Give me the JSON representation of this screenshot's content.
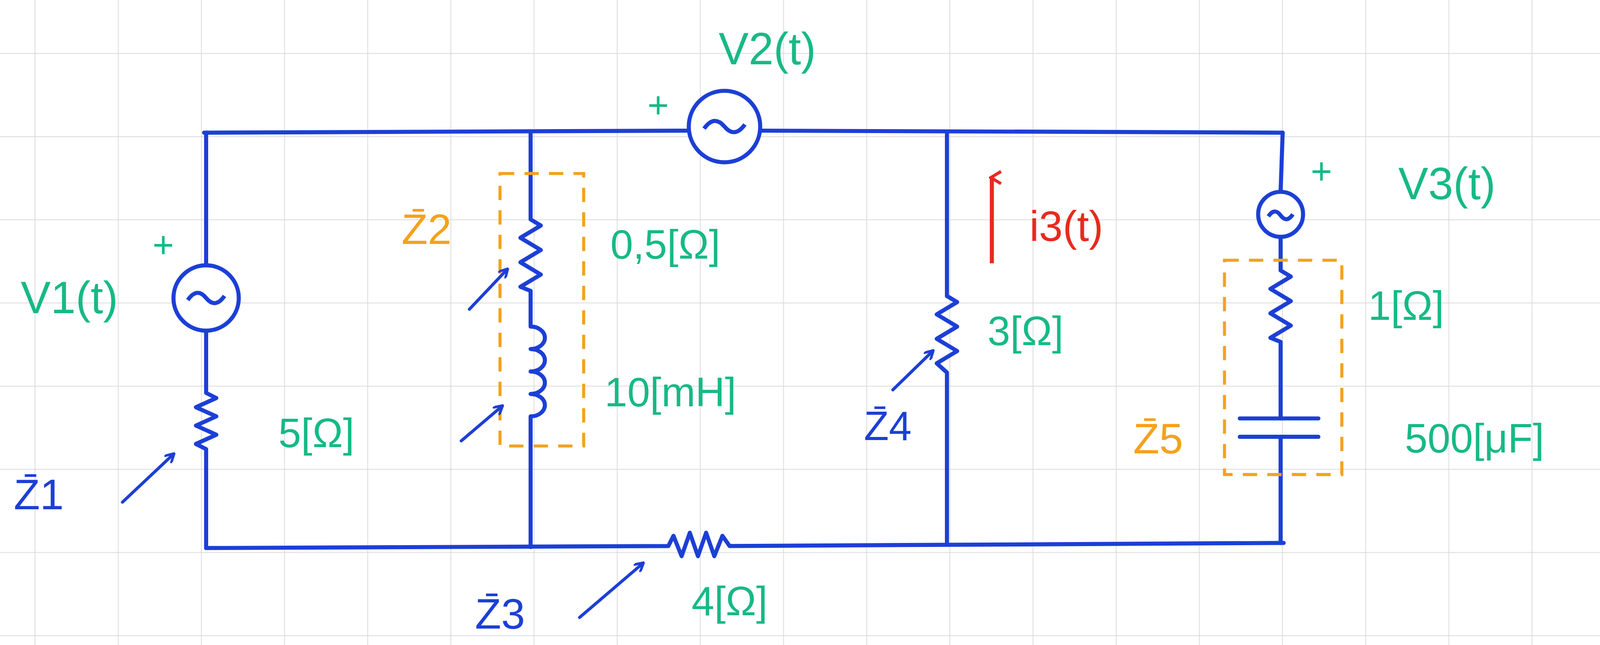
{
  "diagram": {
    "labels": [
      "V2(t)",
      "+",
      "V1(t)",
      "+",
      "Z̄2",
      "0,5[Ω]",
      "10[mH]",
      "5[Ω]",
      "Z̄1",
      "i3(t)",
      "3[Ω]",
      "Z̄4",
      "+",
      "V3(t)",
      "1[Ω]",
      "Z̄5",
      "500[μF]",
      "4[Ω]",
      "Z̄3"
    ]
  }
}
